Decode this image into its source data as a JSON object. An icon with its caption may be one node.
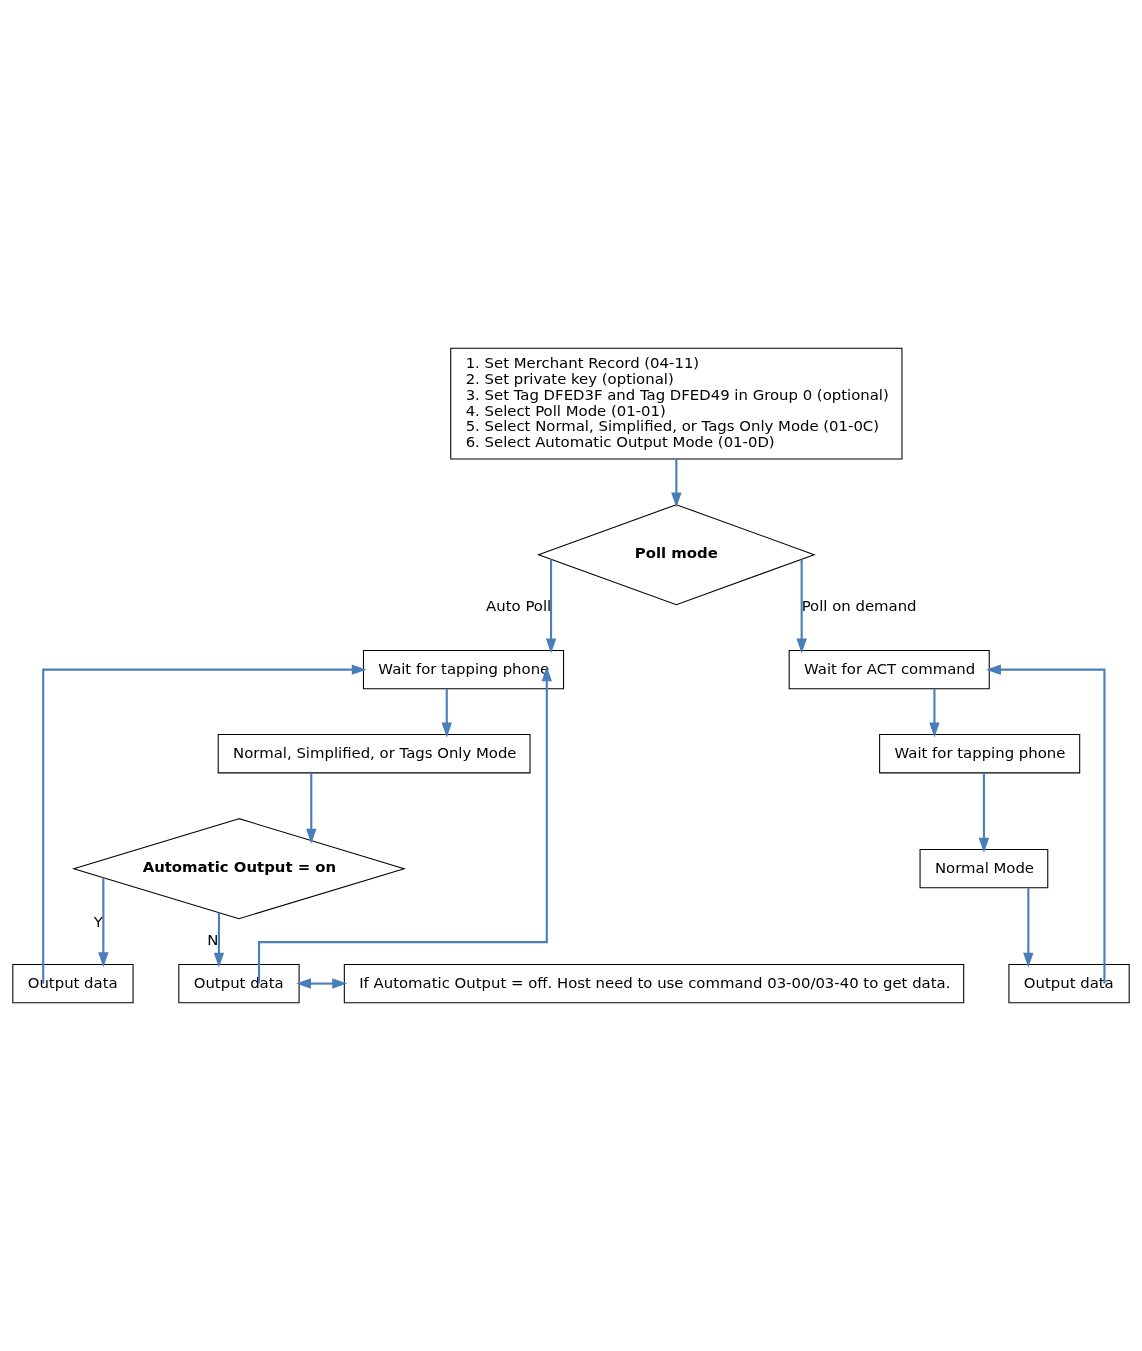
{
  "diagram": {
    "nodes": [
      {
        "text": [
          "1. Set Merchant Record (04-11)",
          "2. Set private key (optional)",
          "3. Set Tag DFED3F and Tag DFED49 in Group 0 (optional)",
          "4. Select Poll Mode (01-01)",
          "5. Select Normal, Simplified, or Tags Only Mode (01-0C)",
          "6. Select Automatic Output Mode (01-0D)"
        ]
      },
      {
        "text": [
          "Poll mode"
        ]
      },
      {
        "text": [
          "Wait for ACT command"
        ]
      },
      {
        "text": [
          "Wait for tapping phone"
        ]
      },
      {
        "text": [
          "Normal Mode"
        ]
      },
      {
        "text": [
          "Output data"
        ]
      },
      {
        "text": [
          "Wait for tapping phone"
        ]
      },
      {
        "text": [
          "Normal, Simplified, or Tags Only Mode"
        ]
      },
      {
        "text": [
          "Automatic Output = on"
        ]
      },
      {
        "text": [
          "Output data"
        ]
      },
      {
        "text": [
          "Output data"
        ]
      },
      {
        "text": [
          "If Automatic Output = off. Host need to use command 03-00/03-40 to get data."
        ]
      }
    ],
    "edges": [
      {
        "from": 0,
        "to": 1,
        "arrow": "to"
      },
      {
        "from": 1,
        "to": 2,
        "arrow": "to",
        "label": "Poll on demand"
      },
      {
        "from": 2,
        "to": 3,
        "arrow": "to"
      },
      {
        "from": 3,
        "to": 4,
        "arrow": "to"
      },
      {
        "from": 4,
        "to": 5,
        "arrow": "to"
      },
      {
        "from": 5,
        "to": 2,
        "arrow": "to"
      },
      {
        "from": 1,
        "to": 6,
        "arrow": "to",
        "label": "Auto Poll"
      },
      {
        "from": 6,
        "to": 7,
        "arrow": "to"
      },
      {
        "from": 7,
        "to": 8,
        "arrow": "to"
      },
      {
        "from": 8,
        "to": 9,
        "arrow": "to",
        "label": "Y"
      },
      {
        "from": 8,
        "to": 10,
        "arrow": "to",
        "label": "N"
      },
      {
        "from": 9,
        "to": 6,
        "arrow": "to"
      },
      {
        "from": 10,
        "to": 6,
        "arrow": "to"
      },
      {
        "from": 10,
        "to": 11,
        "arrow": "both"
      }
    ]
  }
}
